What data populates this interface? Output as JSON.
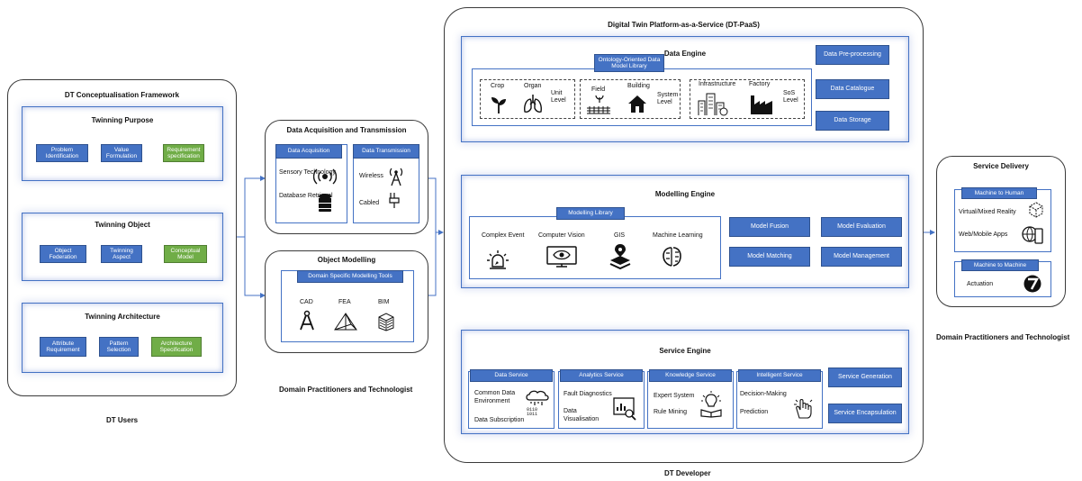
{
  "platform_title": "Digital Twin Platform-as-a-Service (DT-PaaS)",
  "framework": {
    "title": "DT Conceptualisation Framework",
    "purpose": {
      "title": "Twinning Purpose",
      "items": [
        "Problem Identification",
        "Value Formulation",
        "Requirement specification"
      ]
    },
    "object": {
      "title": "Twinning Object",
      "items": [
        "Object Federation",
        "Twinning Aspect",
        "Conceptual Model"
      ]
    },
    "architecture": {
      "title": "Twinning Architecture",
      "items": [
        "Attribute Requirement",
        "Pattern Selection",
        "Architecture Specification"
      ]
    }
  },
  "acquisition": {
    "title": "Data Acquisition and Transmission",
    "data_acquisition": {
      "label": "Data Acquisition",
      "items": [
        "Sensory Technology",
        "Database Retrieval"
      ]
    },
    "data_transmission": {
      "label": "Data Transmission",
      "items": [
        "Wireless",
        "Cabled"
      ]
    }
  },
  "object_modelling": {
    "title": "Object Modelling",
    "tools_label": "Domain Specific Modelling Tools",
    "tools": [
      "CAD",
      "FEA",
      "BIM"
    ]
  },
  "data_engine": {
    "title": "Data Engine",
    "library_label": "Ontology-Oriented Data Model Library",
    "unit": {
      "items": [
        "Crop",
        "Organ"
      ],
      "level": "Unit Level"
    },
    "system": {
      "items": [
        "Field",
        "Building"
      ],
      "level": "System Level"
    },
    "sos": {
      "items": [
        "Infrastructure",
        "Factory"
      ],
      "level": "SoS Level"
    },
    "buttons": [
      "Data Pre-processing",
      "Data Catalogue",
      "Data Storage"
    ]
  },
  "modelling_engine": {
    "title": "Modelling Engine",
    "library_label": "Modelling Library",
    "items": [
      "Complex Event",
      "Computer Vision",
      "GIS",
      "Machine Learning"
    ],
    "buttons": [
      "Model Fusion",
      "Model Evaluation",
      "Model Matching",
      "Model Management"
    ]
  },
  "service_engine": {
    "title": "Service Engine",
    "data_service": {
      "label": "Data Service",
      "items": [
        "Common Data Environment",
        "Data Subscription"
      ]
    },
    "analytics_service": {
      "label": "Analytics Service",
      "items": [
        "Fault Diagnostics",
        "Data Visualisation"
      ]
    },
    "knowledge_service": {
      "label": "Knowledge Service",
      "items": [
        "Expert System",
        "Rule Mining"
      ]
    },
    "intelligent_service": {
      "label": "Intelligent Service",
      "items": [
        "Decision-Making",
        "Prediction"
      ]
    },
    "buttons": [
      "Service Generation",
      "Service Encapsulation"
    ]
  },
  "service_delivery": {
    "title": "Service Delivery",
    "m2h": {
      "label": "Machine to Human",
      "items": [
        "Virtual/Mixed Reality",
        "Web/Mobile Apps"
      ]
    },
    "m2m": {
      "label": "Machine to Machine",
      "items": [
        "Actuation"
      ]
    }
  },
  "captions": {
    "users": "DT Users",
    "practitioners_mid": "Domain Practitioners and Technologist",
    "developer": "DT Developer",
    "practitioners_right": "Domain Practitioners and Technologist"
  },
  "colors": {
    "blue": "#4472c4",
    "green": "#70ad47",
    "border": "#3a3a3a"
  }
}
